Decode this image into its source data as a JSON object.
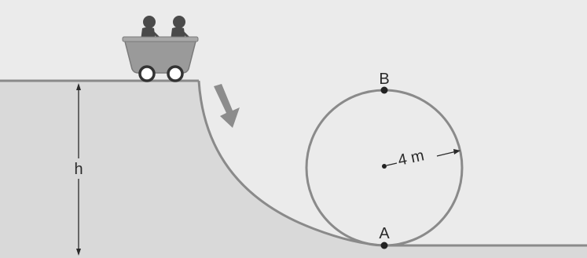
{
  "labels": {
    "height": "h",
    "top_point": "B",
    "bottom_point": "A",
    "radius": "4 m"
  },
  "colors": {
    "background": "#ebebeb",
    "hill_fill": "#d9d9d9",
    "track": "#8a8a8a",
    "arrow": "#8c8c8c",
    "cart": "#9a9a9a",
    "riders": "#4a4a4a",
    "ink": "#2a2a2a"
  },
  "icons": [
    "roller-coaster-cart-icon",
    "direction-arrow-icon"
  ]
}
